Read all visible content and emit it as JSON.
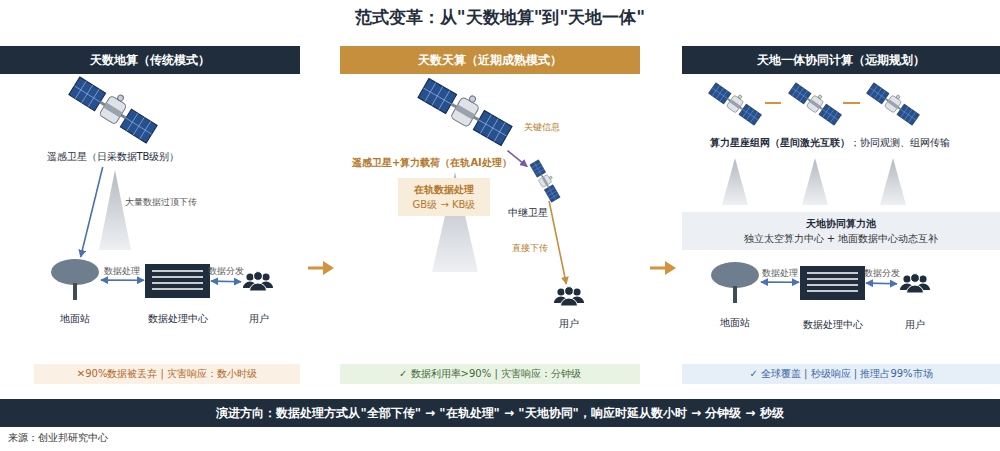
{
  "diagram": {
    "title": "范式变革：从\"天数地算\"到\"天地一体\"",
    "caption": "来源：创业邦研究中心",
    "nodes": [
      {
        "text": [
          "天数地算（传统模式）"
        ]
      },
      {
        "text": [
          "遥感卫星（日采数据TB级别）"
        ]
      },
      {
        "text": [
          "地面站"
        ]
      },
      {
        "text": [
          "数据处理中心"
        ]
      },
      {
        "text": [
          "用户"
        ]
      },
      {
        "text": [
          "✕90%数据被丢弃 | 灾害响应：数小时级"
        ]
      },
      {
        "text": [
          "天数天算（近期成熟模式）"
        ]
      },
      {
        "text": [
          "遥感卫星+算力载荷（在轨AI处理）"
        ]
      },
      {
        "text": [
          "中继卫星"
        ]
      },
      {
        "text": [
          "在轨数据处理",
          "GB级 → KB级"
        ]
      },
      {
        "text": [
          "用户"
        ]
      },
      {
        "text": [
          "✓ 数据利用率>90% | 灾害响应：分钟级"
        ]
      },
      {
        "text": [
          "天地一体协同计算（远期规划）"
        ]
      },
      {
        "text": [
          "算力星座组网（星间激光互联）",
          "；协同观测、组网传输"
        ]
      },
      {
        "text": [
          "天地协同算力池",
          "独立太空算力中心 + 地面数据中心动态互补"
        ]
      },
      {
        "text": [
          "地面站"
        ]
      },
      {
        "text": [
          "数据处理中心"
        ]
      },
      {
        "text": [
          "用户"
        ]
      },
      {
        "text": [
          "✓ 全球覆盖 | 秒级响应 | 推理占99%市场"
        ]
      },
      {
        "text": [
          "演进方向：数据处理方式从\"全部下传\" → \"在轨处理\" → \"天地协同\"，响应时延从数小时 → 分钟级 → 秒级"
        ]
      }
    ],
    "edges": [
      {
        "from": 1,
        "to": 2,
        "label": "大量数据过顶下传",
        "arrow": "to"
      },
      {
        "from": 2,
        "to": 3,
        "label": "数据处理",
        "arrow": "both"
      },
      {
        "from": 3,
        "to": 4,
        "label": "数据分发",
        "arrow": "both"
      },
      {
        "from": 7,
        "to": 8,
        "label": "关键信息",
        "arrow": "to"
      },
      {
        "from": 8,
        "to": 10,
        "label": "直接下传",
        "arrow": "to"
      },
      {
        "from": 15,
        "to": 16,
        "label": "数据处理",
        "arrow": "both"
      },
      {
        "from": 16,
        "to": 17,
        "label": "数据分发",
        "arrow": "both"
      }
    ]
  }
}
